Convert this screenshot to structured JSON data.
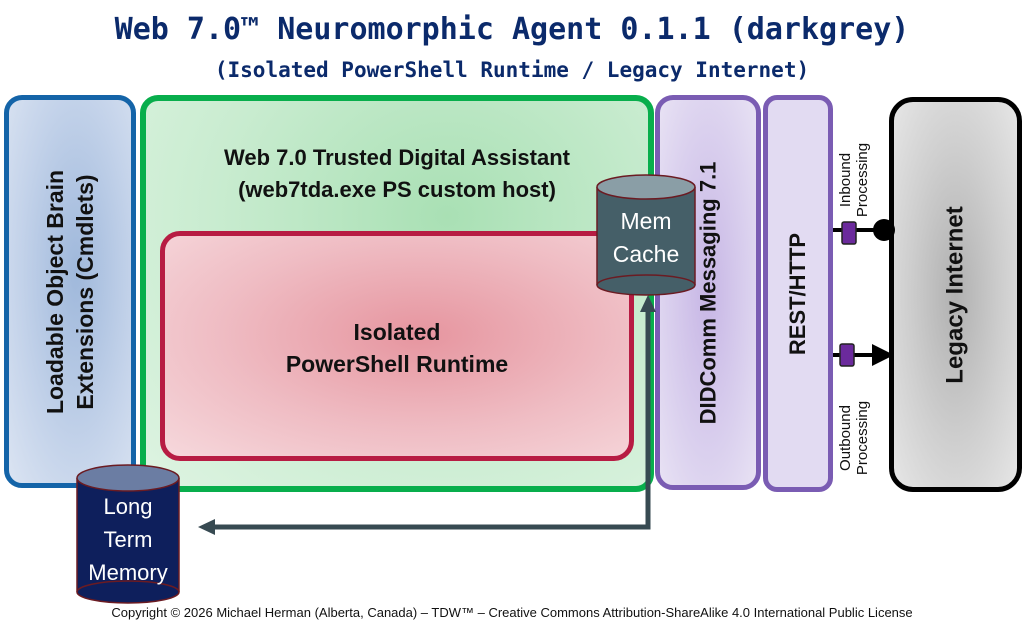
{
  "header": {
    "title": "Web 7.0™ Neuromorphic Agent 0.1.1 (darkgrey)",
    "subtitle": "(Isolated PowerShell Runtime / Legacy Internet)"
  },
  "blocks": {
    "loadable": {
      "line1": "Loadable Object Brain",
      "line2": "Extensions (Cmdlets)"
    },
    "tda": {
      "line1": "Web 7.0 Trusted Digital Assistant",
      "line2": "(web7tda.exe PS custom host)"
    },
    "runtime": {
      "line1": "Isolated",
      "line2": "PowerShell Runtime"
    },
    "didcomm": {
      "label": "DIDComm Messaging 7.1"
    },
    "rest": {
      "label": "REST/HTTP"
    },
    "internet": {
      "label": "Legacy Internet"
    }
  },
  "stores": {
    "mem_cache": {
      "line1": "Mem",
      "line2": "Cache"
    },
    "long_term": {
      "line1": "Long",
      "line2": "Term",
      "line3": "Memory"
    }
  },
  "connectors": {
    "inbound": {
      "line1": "Inbound",
      "line2": "Processing"
    },
    "outbound": {
      "line1": "Outbound",
      "line2": "Processing"
    }
  },
  "colors": {
    "title": "#0b2a6b",
    "loadable_border": "#1464a8",
    "tda_border": "#08ae4c",
    "runtime_border": "#b71c43",
    "messaging_border": "#7a5cb3",
    "mem_cache_fill": "#455f68",
    "long_term_fill": "#0e1f5c",
    "connector_fill": "#6b2a9c"
  },
  "footer": {
    "copyright": "Copyright © 2026 Michael Herman (Alberta, Canada) – TDW™ – Creative Commons Attribution-ShareAlike 4.0 International Public License"
  }
}
